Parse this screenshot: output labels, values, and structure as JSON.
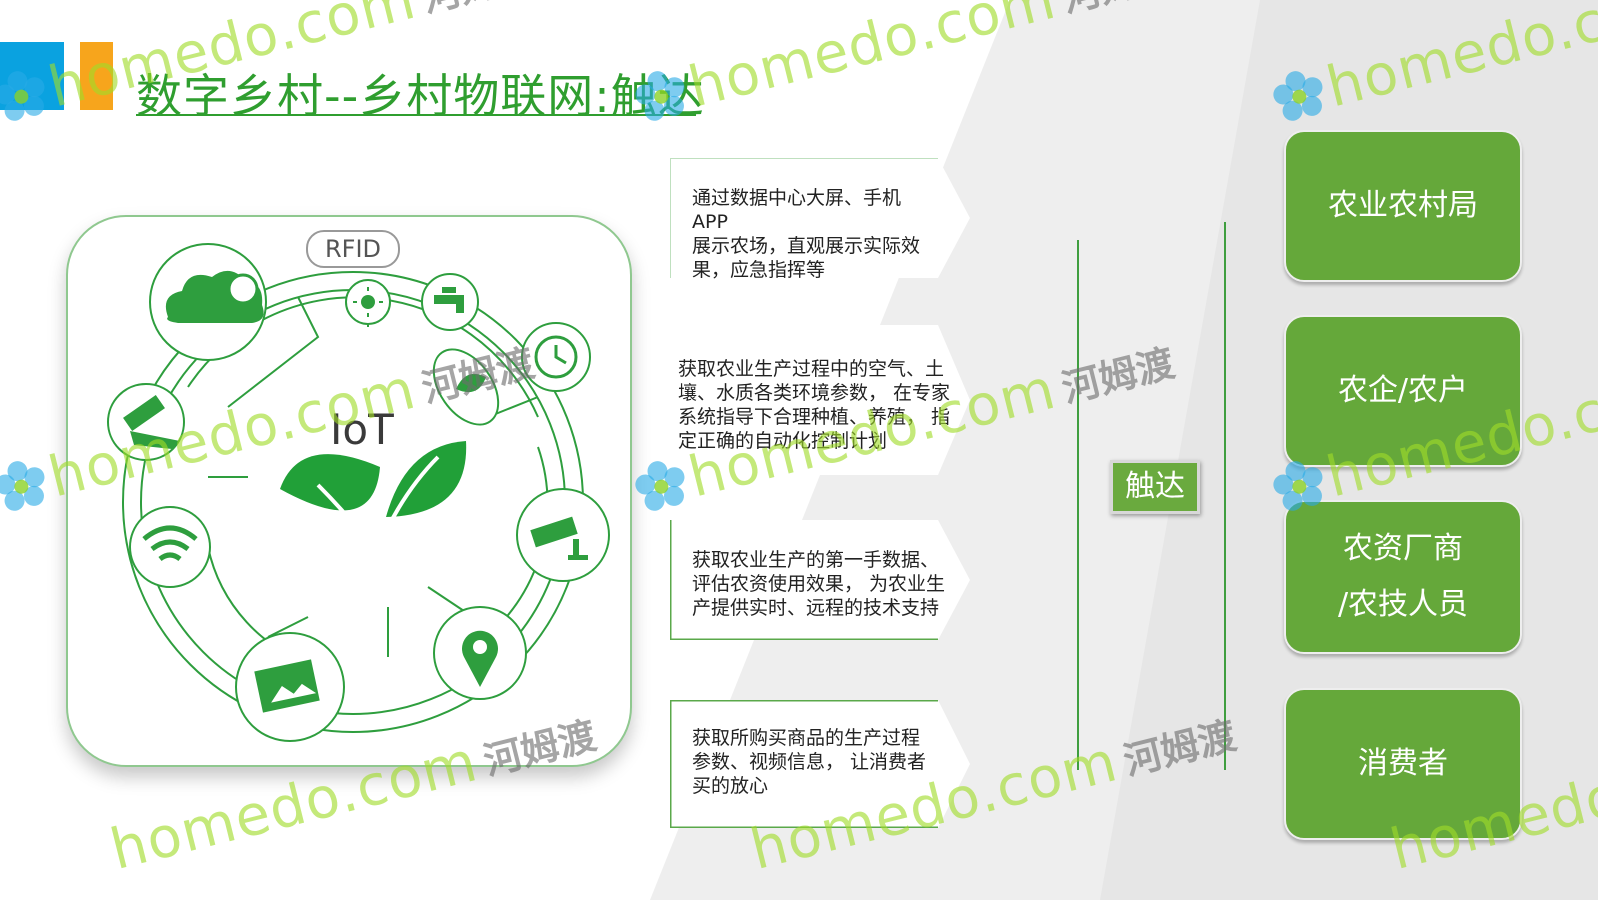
{
  "title": "数字乡村--乡村物联网:触达",
  "iot_graphic": {
    "rfid_label": "RFID",
    "center_label": "IoT",
    "icons": [
      "cloud-sun-icon",
      "sun-sensor-icon",
      "water-tap-icon",
      "clock-icon",
      "leaf-drop-icon",
      "test-tube-icon",
      "wifi-icon",
      "camera-icon",
      "location-pin-icon",
      "image-icon",
      "leaf-icon"
    ]
  },
  "info_boxes": [
    {
      "text": "通过数据中心大屏、手机\nAPP\n展示农场，直观展示实际效\n果，应急指挥等"
    },
    {
      "text": "获取农业生产过程中的空气、土\n壤、水质各类环境参数， 在专家\n系统指导下合理种植、养殖， 指\n定正确的自动化控制计划"
    },
    {
      "text": "获取农业生产的第一手数据、\n评估农资使用效果， 为农业生\n产提供实时、远程的技术支持"
    },
    {
      "text": "获取所购买商品的生产过程\n参数、视频信息， 让消费者\n买的放心"
    }
  ],
  "reach_label": "触达",
  "targets": [
    {
      "label": "农业农村局"
    },
    {
      "label": "农企/农户"
    },
    {
      "label": "农资厂商\n/农技人员"
    },
    {
      "label": "消费者"
    }
  ],
  "watermark": {
    "en": "homedo.com",
    "cn": "河姆渡"
  },
  "colors": {
    "accent_green": "#65a83a",
    "title_green": "#2f9e2f",
    "accent_blue": "#0aa2e0",
    "accent_orange": "#f7a51c"
  }
}
